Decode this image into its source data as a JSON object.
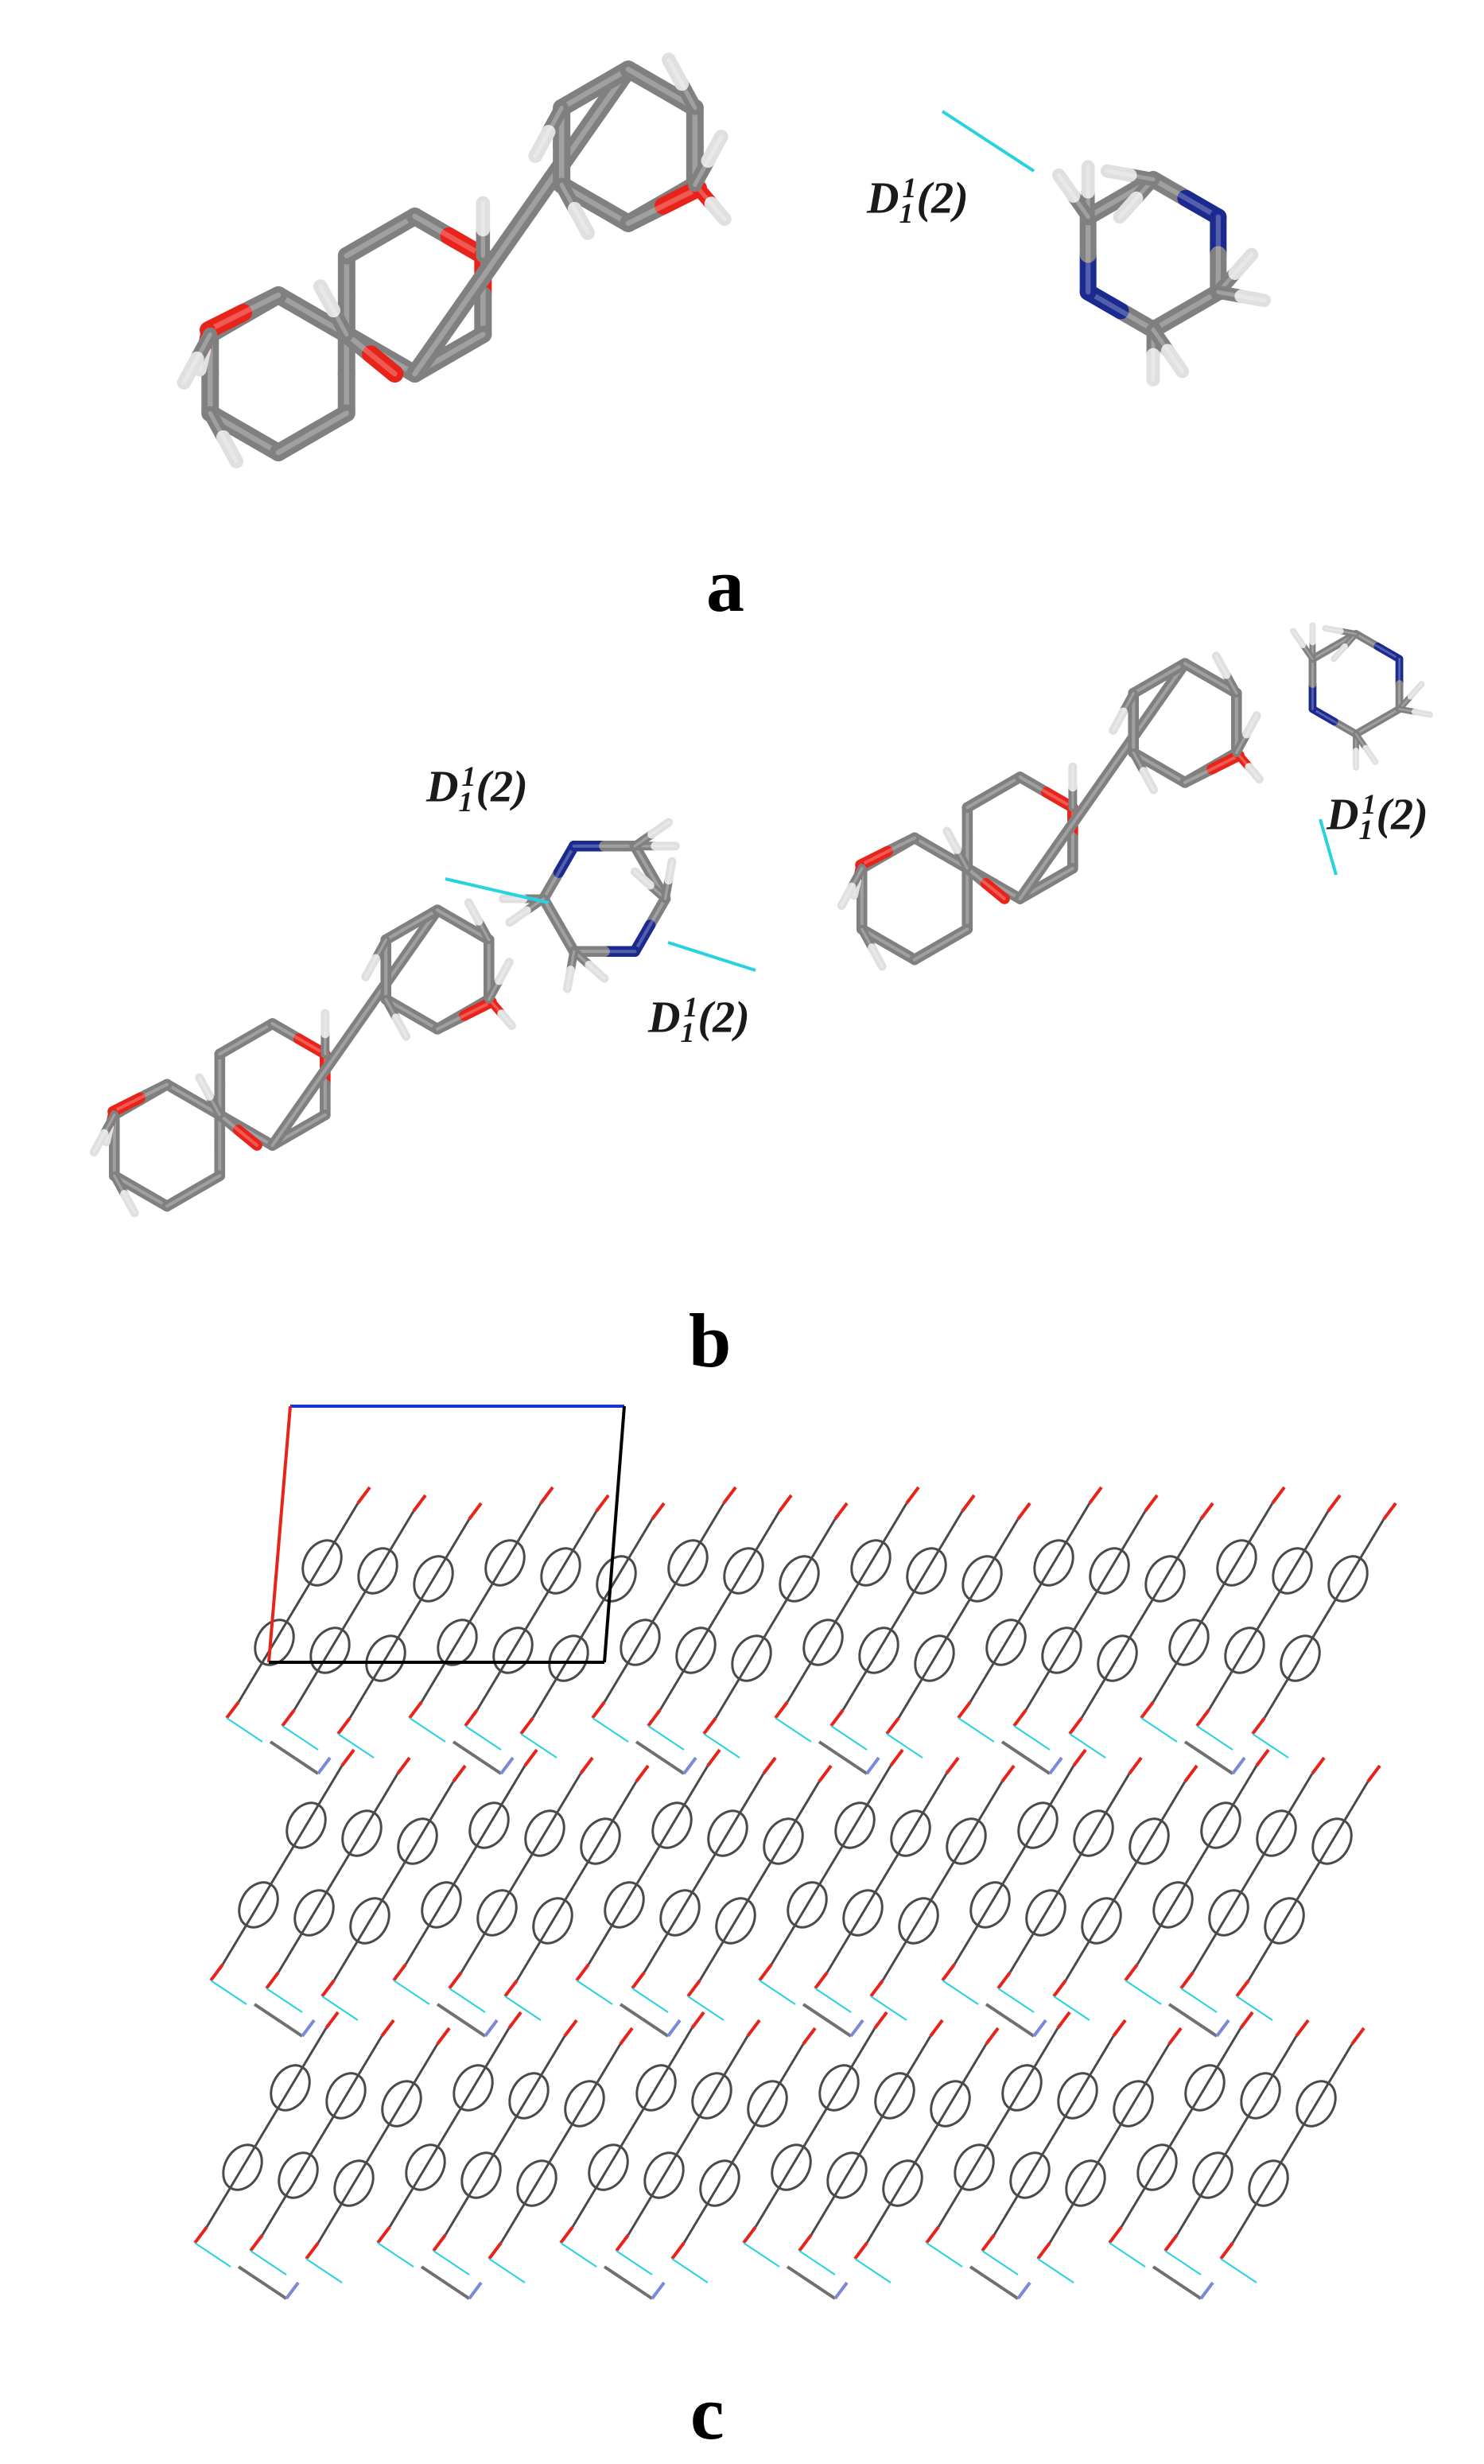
{
  "panels": [
    {
      "id": "a",
      "label": "a"
    },
    {
      "id": "b",
      "label": "b"
    },
    {
      "id": "c",
      "label": "c"
    }
  ],
  "hbond_label": {
    "base": "D",
    "sub": "1",
    "sup": "1",
    "suffix": "(2)"
  },
  "colors": {
    "carbon": "#808080",
    "oxygen": "#e8231a",
    "nitrogen": "#1b2a8f",
    "hydrogen": "#e0e0e0",
    "hbond": "#27d3de",
    "cell_a": "#e8231a",
    "cell_c": "#1a35d6"
  }
}
